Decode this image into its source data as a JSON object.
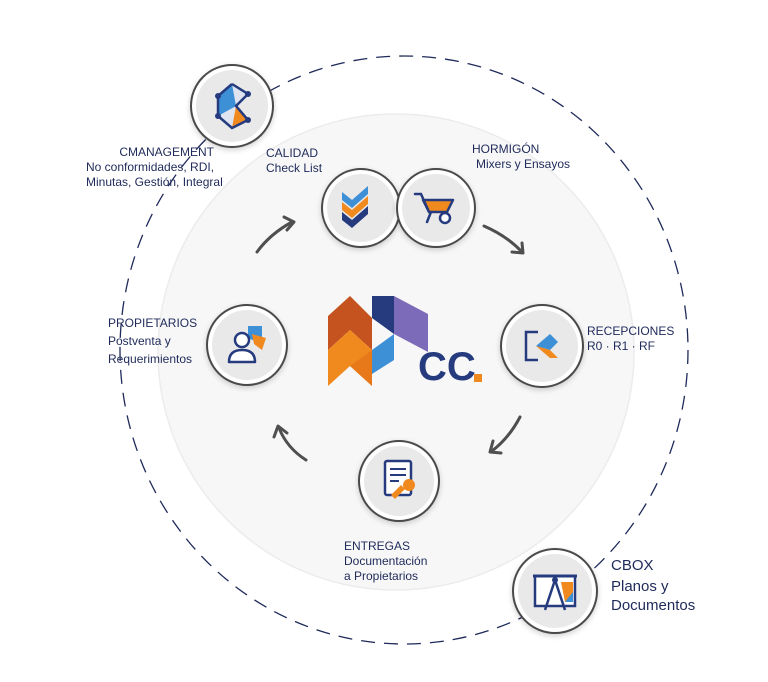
{
  "nodes": {
    "cmanagement": {
      "title": "CMANAGEMENT",
      "lines": [
        "No conformidades, RDI,",
        "Minutas, Gestión, Integral"
      ],
      "icon": "cmanagement-icon"
    },
    "calidad": {
      "title": "CALIDAD",
      "lines": [
        "Check List"
      ],
      "icon": "checklist-icon"
    },
    "hormigon": {
      "title": "HORMIGÓN",
      "lines": [
        "Mixers y Ensayos"
      ],
      "icon": "wheelbarrow-icon"
    },
    "recepciones": {
      "title": "RECEPCIONES",
      "lines": [
        "R0 · R1 · RF"
      ],
      "icon": "reception-icon"
    },
    "entregas": {
      "title": "ENTREGAS",
      "lines": [
        "Documentación",
        "a Propietarios"
      ],
      "icon": "document-key-icon"
    },
    "propietarios": {
      "title": "PROPIETARIOS",
      "lines": [
        "Postventa y",
        "Requerimientos"
      ],
      "icon": "user-icon"
    },
    "cbox": {
      "title": "CBOX",
      "lines": [
        "Planos y",
        "Documentos"
      ],
      "icon": "blueprint-icon"
    }
  },
  "logo": {
    "text": "CC",
    "dot_color": "#f08a1f",
    "text_color": "#253b7e"
  },
  "colors": {
    "navy": "#253b7e",
    "orange": "#f08a1f",
    "blue": "#3d8fd6",
    "purple": "#7b6bb8",
    "rust": "#c4531f"
  }
}
